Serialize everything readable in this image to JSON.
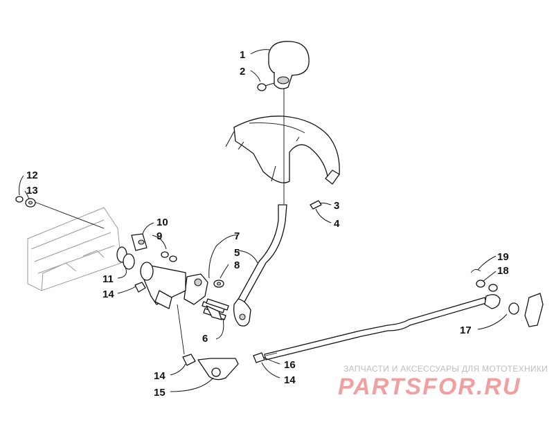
{
  "callouts": {
    "c1": "1",
    "c2": "2",
    "c3": "3",
    "c4": "4",
    "c5": "5",
    "c6": "6",
    "c7": "7",
    "c8": "8",
    "c9": "9",
    "c10": "10",
    "c11": "11",
    "c12": "12",
    "c13": "13",
    "c14a": "14",
    "c14b": "14",
    "c14c": "14",
    "c15": "15",
    "c16": "16",
    "c17": "17",
    "c18": "18",
    "c19": "19"
  },
  "watermark": {
    "caption": "ЗАПЧАСТИ И АКСЕССУАРЫ ДЛЯ МОТОТЕХНИКИ",
    "logo": "PARTSFOR.RU"
  }
}
